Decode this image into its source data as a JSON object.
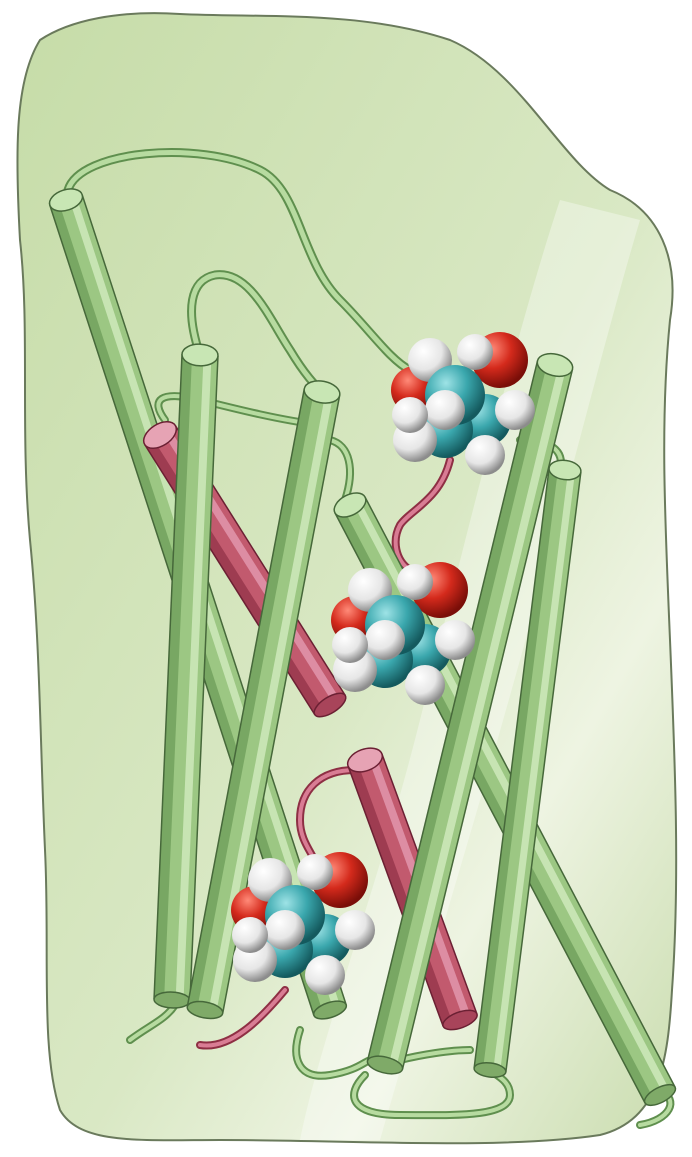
{
  "illustration": {
    "colors": {
      "membrane": "#cfe0b4",
      "helix": "#9cc783",
      "helix_dark": "#5f8f4e",
      "helix_light": "#d2ebbf",
      "pore_helix": "#c25a6e",
      "pore_dark": "#8e2f44",
      "pore_light": "#e39ab0",
      "carbon": "#3aa7ad",
      "oxygen": "#d42a1c",
      "hydrogen": "#f2f2f2",
      "outline": "#4a5a40"
    },
    "molecules": [
      {
        "name": "glycerol-top"
      },
      {
        "name": "glycerol-middle"
      },
      {
        "name": "glycerol-bottom"
      }
    ]
  }
}
